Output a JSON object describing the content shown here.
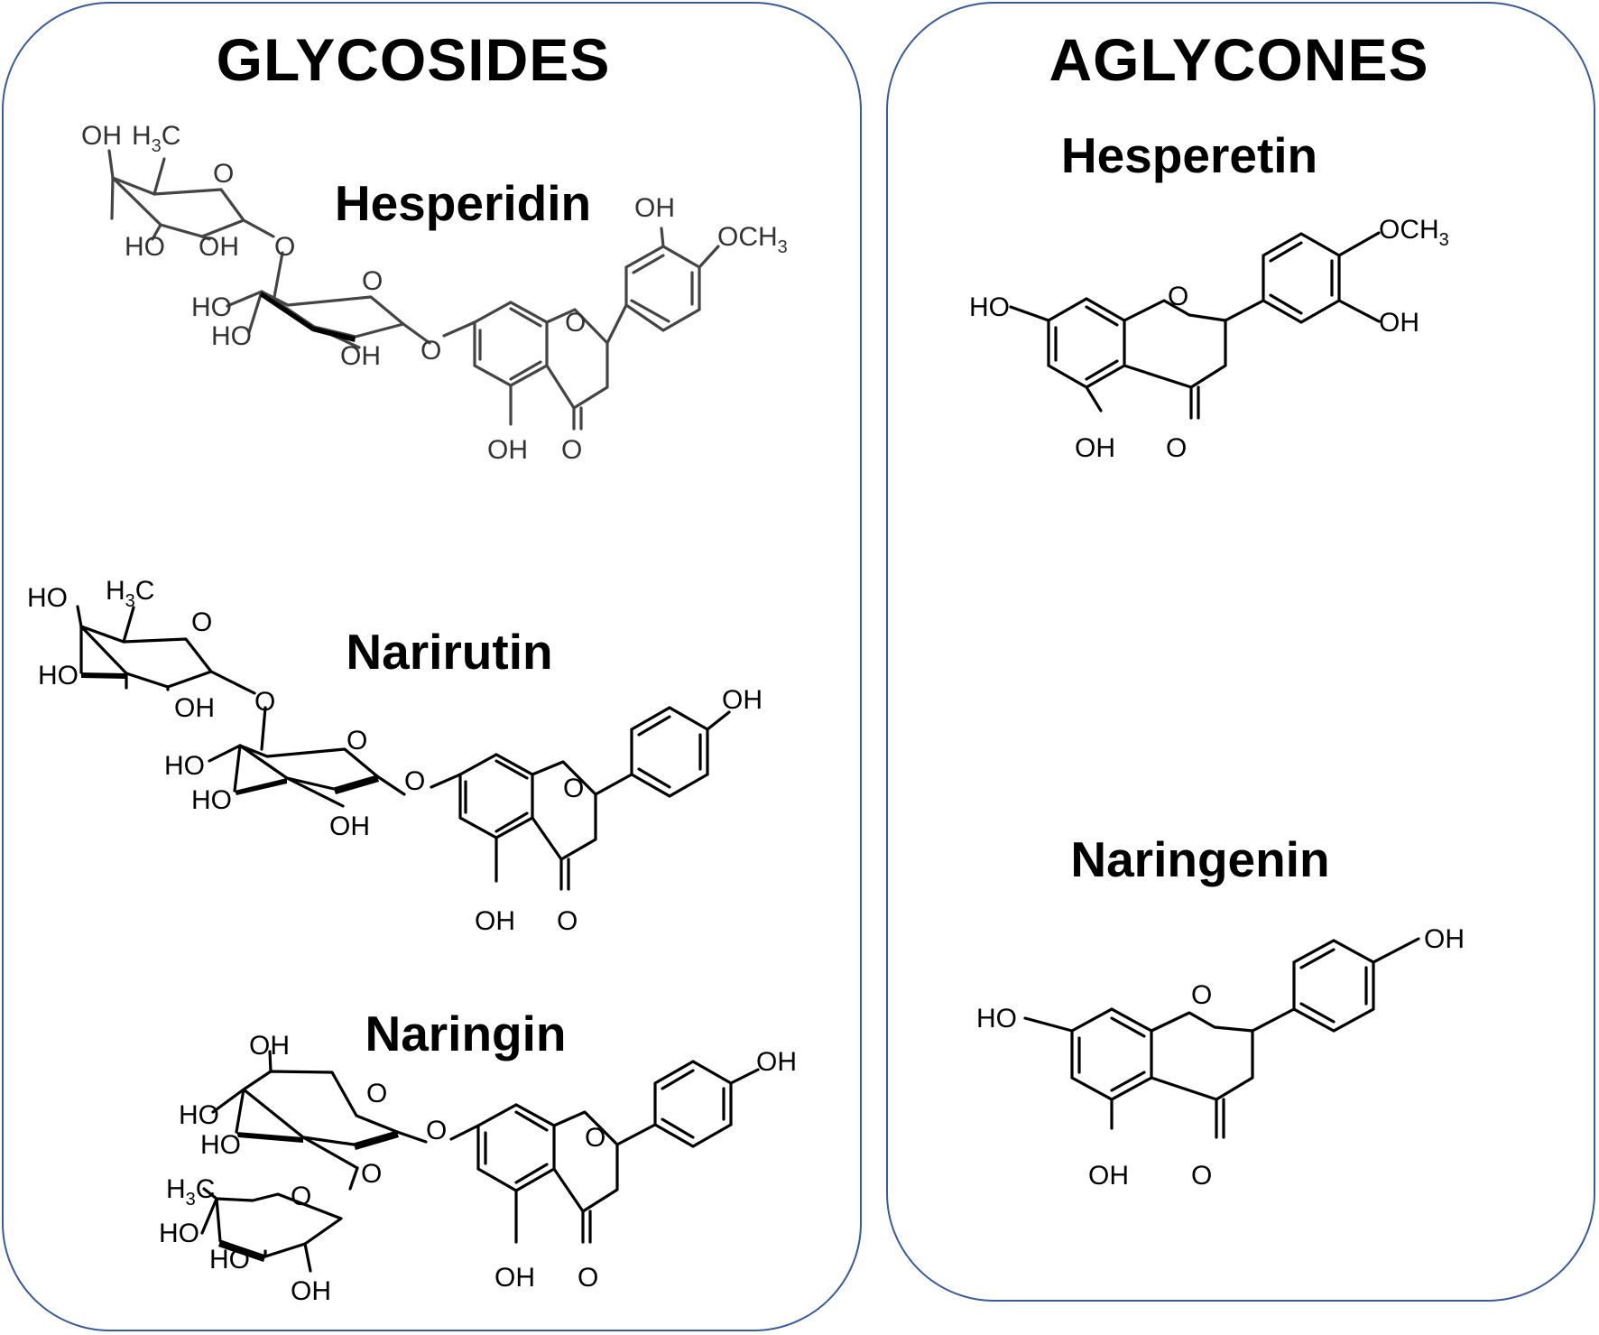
{
  "panels": {
    "glycosides": {
      "title": "GLYCOSIDES"
    },
    "aglycones": {
      "title": "AGLYCONES"
    }
  },
  "molecules": {
    "hesperidin": {
      "name": "Hesperidin",
      "labels": [
        "OH",
        "H3C",
        "O",
        "HO",
        "OH",
        "O",
        "HO",
        "HO",
        "O",
        "OH",
        "O",
        "O",
        "OH",
        "OCH3",
        "OH",
        "O"
      ]
    },
    "narirutin": {
      "name": "Narirutin",
      "labels": [
        "HO",
        "H3C",
        "O",
        "HO",
        "OH",
        "O",
        "HO",
        "HO",
        "O",
        "OH",
        "O",
        "O",
        "OH",
        "OH",
        "O"
      ]
    },
    "naringin": {
      "name": "Naringin",
      "labels": [
        "OH",
        "HO",
        "HO",
        "O",
        "O",
        "H3C",
        "O",
        "HO",
        "HO",
        "OH",
        "O",
        "O",
        "OH",
        "OH",
        "O"
      ]
    },
    "hesperetin": {
      "name": "Hesperetin",
      "labels": [
        "HO",
        "O",
        "OCH3",
        "OH",
        "OH",
        "O"
      ]
    },
    "naringenin": {
      "name": "Naringenin",
      "labels": [
        "HO",
        "O",
        "OH",
        "OH",
        "O"
      ]
    }
  }
}
